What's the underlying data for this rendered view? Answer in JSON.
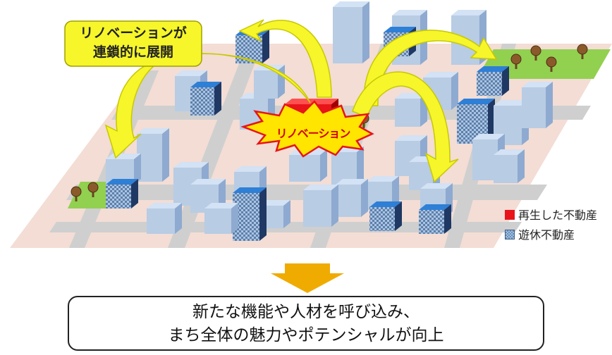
{
  "callout": {
    "line1": "リノベーションが",
    "line2": "連鎖的に展開"
  },
  "burst": {
    "label": "リノベーション"
  },
  "legend": [
    {
      "label": "再生した不動産",
      "color": "#e8141a",
      "icon": "red-square-icon"
    },
    {
      "label": "遊休不動産",
      "color": "#9cc1ea",
      "icon": "checkered-square-icon"
    }
  ],
  "result": {
    "line1": "新たな機能や人材を呼び込み、",
    "line2": "まち全体の魅力やポテンシャルが向上"
  },
  "colors": {
    "arrow_fill": "#f6f62a",
    "arrow_outline": "#c8c800",
    "down_arrow": "#f0ab00",
    "ground": "#f3ddd5",
    "road": "#cfcfcf",
    "park": "#92d050",
    "building": "#b8cce4"
  }
}
